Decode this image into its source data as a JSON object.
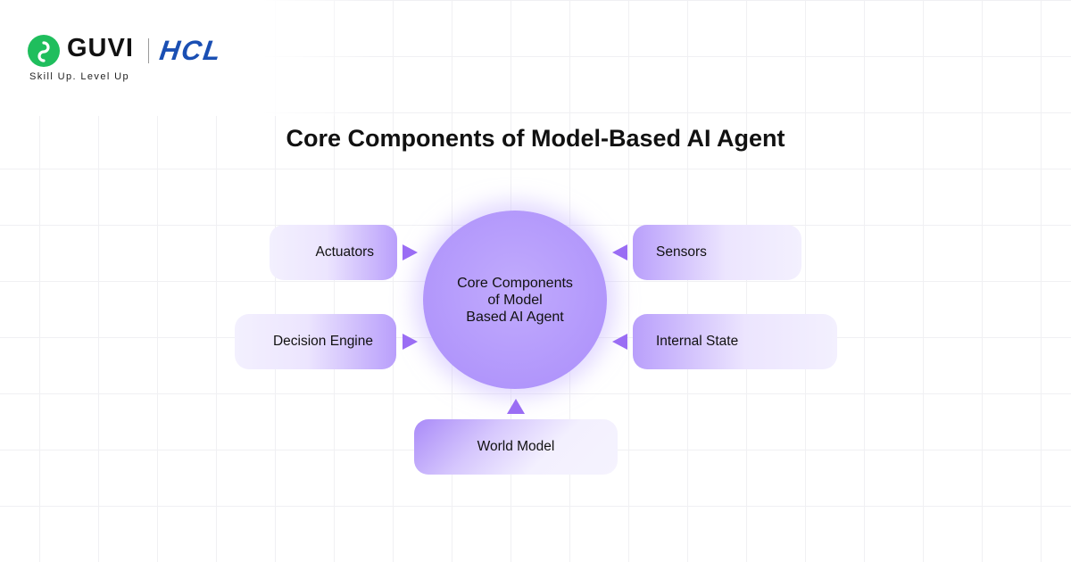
{
  "brand": {
    "guvi": "GUVI",
    "hcl": "HCL",
    "tagline": "Skill Up. Level Up",
    "guvi_color": "#1fbe5d",
    "hcl_color": "#1a4fb3"
  },
  "title": "Core Components of Model-Based AI Agent",
  "center": {
    "label": "Core Components\nof Model\nBased AI Agent"
  },
  "components": {
    "actuators": "Actuators",
    "decision_engine": "Decision Engine",
    "sensors": "Sensors",
    "internal_state": "Internal State",
    "world_model": "World Model"
  },
  "colors": {
    "accent": "#9a6df4",
    "circle": "#b196fb",
    "box_light": "#f3f0fe"
  }
}
